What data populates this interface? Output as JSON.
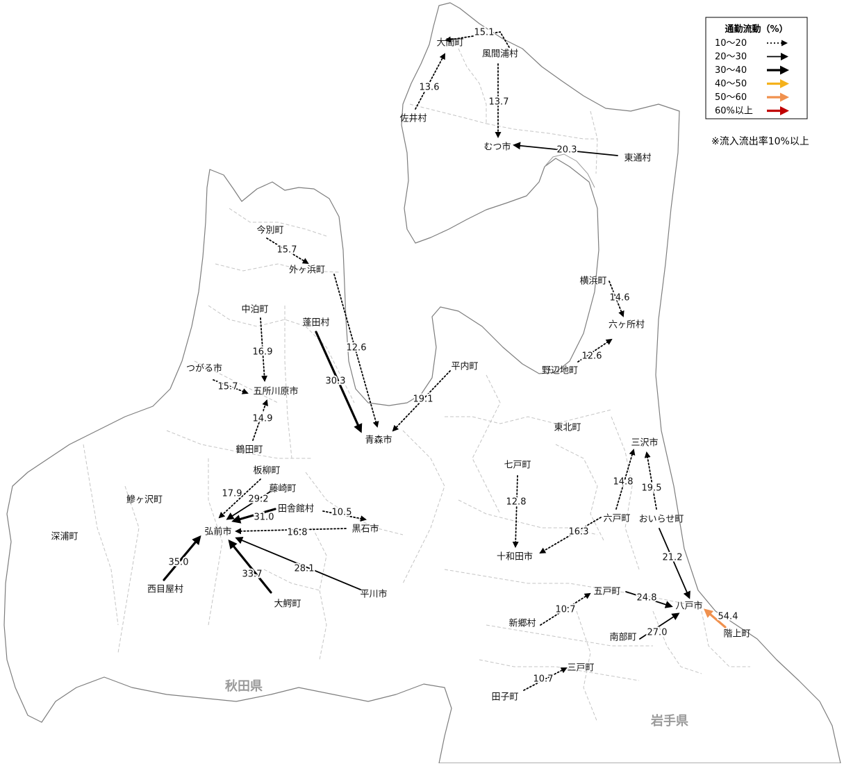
{
  "legend": {
    "title": "通勤流動（%）",
    "items": [
      {
        "label": "10〜20",
        "color": "#000000",
        "style": "dotted"
      },
      {
        "label": "20〜30",
        "color": "#000000",
        "style": "thin"
      },
      {
        "label": "30〜40",
        "color": "#000000",
        "style": "thick"
      },
      {
        "label": "40〜50",
        "color": "#F5B21C",
        "style": "thick"
      },
      {
        "label": "50〜60",
        "color": "#F0914E",
        "style": "thick"
      },
      {
        "label": "60%以上",
        "color": "#C00000",
        "style": "thick"
      }
    ],
    "note": "※流入流出率10%以上"
  },
  "prefectures": {
    "akita": "秋田県",
    "iwate": "岩手県"
  },
  "municipalities": {
    "ooma": "大間町",
    "kazamaura": "風間浦村",
    "sai": "佐井村",
    "mutsu": "むつ市",
    "higashidori": "東通村",
    "imabetsu": "今別町",
    "sotogahama": "外ヶ浜町",
    "yokohama": "横浜町",
    "rokkasho": "六ヶ所村",
    "nakadomari": "中泊町",
    "yomogita": "蓬田村",
    "noheji": "野辺地町",
    "tsugaru": "つがる市",
    "goshogawara": "五所川原市",
    "hiranai": "平内町",
    "aomori": "青森市",
    "tohoku": "東北町",
    "tsuruta": "鶴田町",
    "misawa": "三沢市",
    "shichinohe": "七戸町",
    "itayanagi": "板柳町",
    "ajigasawa": "鰺ヶ沢町",
    "fujisaki": "藤崎町",
    "inakadate": "田舎館村",
    "rokunohe": "六戸町",
    "oirase": "おいらせ町",
    "fukaura": "深浦町",
    "hirosaki": "弘前市",
    "kuroishi": "黒石市",
    "towada": "十和田市",
    "nishimeya": "西目屋村",
    "hirakawa": "平川市",
    "owani": "大鰐町",
    "gonohe": "五戸町",
    "hachinohe": "八戸市",
    "shingo": "新郷村",
    "hashikami": "階上町",
    "nanbu": "南部町",
    "sannohe": "三戸町",
    "takko": "田子町"
  },
  "flows": [
    {
      "from": "kazamaura",
      "to": "ooma",
      "value": "15.1",
      "category": 0
    },
    {
      "from": "sai",
      "to": "ooma",
      "value": "13.6",
      "category": 0
    },
    {
      "from": "kazamaura",
      "to": "mutsu",
      "value": "13.7",
      "category": 0
    },
    {
      "from": "higashidori",
      "to": "mutsu",
      "value": "20.3",
      "category": 1
    },
    {
      "from": "imabetsu",
      "to": "sotogahama",
      "value": "15.7",
      "category": 0
    },
    {
      "from": "sotogahama",
      "to": "aomori",
      "value": "12.6",
      "category": 0
    },
    {
      "from": "yokohama",
      "to": "rokkasho",
      "value": "14.6",
      "category": 0
    },
    {
      "from": "noheji",
      "to": "rokkasho",
      "value": "12.6",
      "category": 0
    },
    {
      "from": "nakadomari",
      "to": "goshogawara",
      "value": "16.9",
      "category": 0
    },
    {
      "from": "tsugaru",
      "to": "goshogawara",
      "value": "15.7",
      "category": 0
    },
    {
      "from": "yomogita",
      "to": "aomori",
      "value": "30.3",
      "category": 2
    },
    {
      "from": "hiranai",
      "to": "aomori",
      "value": "19.1",
      "category": 0
    },
    {
      "from": "tsuruta",
      "to": "goshogawara",
      "value": "14.9",
      "category": 0
    },
    {
      "from": "itayanagi",
      "to": "hirosaki",
      "value": "17.9",
      "category": 0
    },
    {
      "from": "fujisaki",
      "to": "hirosaki",
      "value": "29.2",
      "category": 1
    },
    {
      "from": "inakadate",
      "to": "hirosaki",
      "value": "31.0",
      "category": 2
    },
    {
      "from": "inakadate",
      "to": "kuroishi",
      "value": "10.5",
      "category": 0
    },
    {
      "from": "kuroishi",
      "to": "hirosaki",
      "value": "16.8",
      "category": 0
    },
    {
      "from": "nishimeya",
      "to": "hirosaki",
      "value": "35.0",
      "category": 2
    },
    {
      "from": "owani",
      "to": "hirosaki",
      "value": "33.7",
      "category": 2
    },
    {
      "from": "hirakawa",
      "to": "hirosaki",
      "value": "28.1",
      "category": 1
    },
    {
      "from": "shichinohe",
      "to": "towada",
      "value": "12.8",
      "category": 0
    },
    {
      "from": "rokunohe",
      "to": "misawa",
      "value": "14.8",
      "category": 0
    },
    {
      "from": "oirase",
      "to": "misawa",
      "value": "19.5",
      "category": 0
    },
    {
      "from": "rokunohe",
      "to": "towada",
      "value": "16.3",
      "category": 0
    },
    {
      "from": "oirase",
      "to": "hachinohe",
      "value": "21.2",
      "category": 1
    },
    {
      "from": "gonohe",
      "to": "hachinohe",
      "value": "24.8",
      "category": 1
    },
    {
      "from": "shingo",
      "to": "gonohe",
      "value": "10.7",
      "category": 0
    },
    {
      "from": "hashikami",
      "to": "hachinohe",
      "value": "54.4",
      "category": 4
    },
    {
      "from": "nanbu",
      "to": "hachinohe",
      "value": "27.0",
      "category": 1
    },
    {
      "from": "takko",
      "to": "sannohe",
      "value": "10.7",
      "category": 0
    }
  ]
}
